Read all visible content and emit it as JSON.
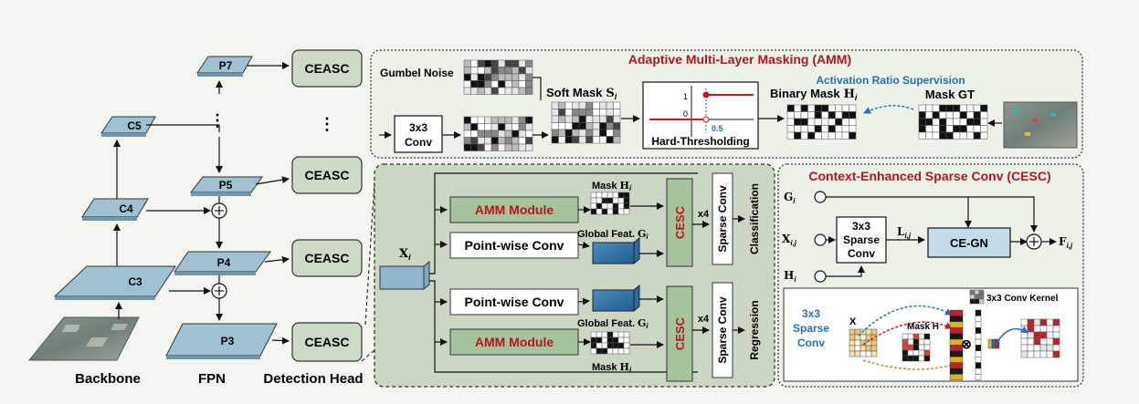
{
  "backbone": {
    "label": "Backbone",
    "levels": [
      "C3",
      "C4",
      "C5"
    ]
  },
  "fpn": {
    "label": "FPN",
    "levels": [
      "P3",
      "P4",
      "P5",
      "P7"
    ],
    "ellipsis": "⋮"
  },
  "detection_head": {
    "label": "Detection Head",
    "block_label": "CEASC",
    "ellipsis": "⋮"
  },
  "amm": {
    "title": "Adaptive Multi-Layer Masking (AMM)",
    "gumbel_noise": "Gumbel Noise",
    "conv_line1": "3x3",
    "conv_line2": "Conv",
    "soft_mask": "Soft Mask",
    "soft_mask_sym": "S",
    "soft_mask_sub": "i",
    "hard_threshold": "Hard-Thresholding",
    "tick_one": "1",
    "tick_zero": "0",
    "threshold_value": "0.5",
    "binary_mask": "Binary Mask",
    "binary_mask_sym": "H",
    "binary_mask_sub": "i",
    "activation_supervision": "Activation Ratio Supervision",
    "mask_gt": "Mask GT"
  },
  "head_detail": {
    "input_sym": "X",
    "input_sub": "i",
    "amm_module": "AMM Module",
    "pointwise_conv": "Point-wise Conv",
    "mask_label": "Mask",
    "mask_sym": "H",
    "mask_sub": "i",
    "global_feat": "Global Feat.",
    "global_sym": "G",
    "global_sub": "i",
    "cesc": "CESC",
    "repeat": "x4",
    "sparse_conv": "Sparse Conv",
    "classification": "Classification",
    "regression": "Regression"
  },
  "cesc_panel": {
    "title": "Context-Enhanced Sparse Conv (CESC)",
    "g_in": "G",
    "g_sub": "i",
    "x_in": "X",
    "x_sub": "i,j",
    "h_in": "H",
    "h_sub": "i",
    "sparse_line1": "3x3",
    "sparse_line2": "Sparse",
    "sparse_line3": "Conv",
    "l_out": "L",
    "l_sub": "i,j",
    "cegn": "CE-GN",
    "f_out": "F",
    "f_sub": "i,j",
    "sub_title_line1": "3x3",
    "sub_title_line2": "Sparse",
    "sub_title_line3": "Conv",
    "x_label": "X",
    "mask_h": "Mask H",
    "kernel_label": "3x3 Conv Kernel",
    "otimes": "⊗"
  },
  "colors": {
    "layer_fill": "#9fc2d3",
    "module_fill": "#a5c39d",
    "ceasc_fill": "#cddac8",
    "red_title": "#b8141f",
    "blue_text": "#2a6db8",
    "panel_bg": "#cbd6c4"
  }
}
